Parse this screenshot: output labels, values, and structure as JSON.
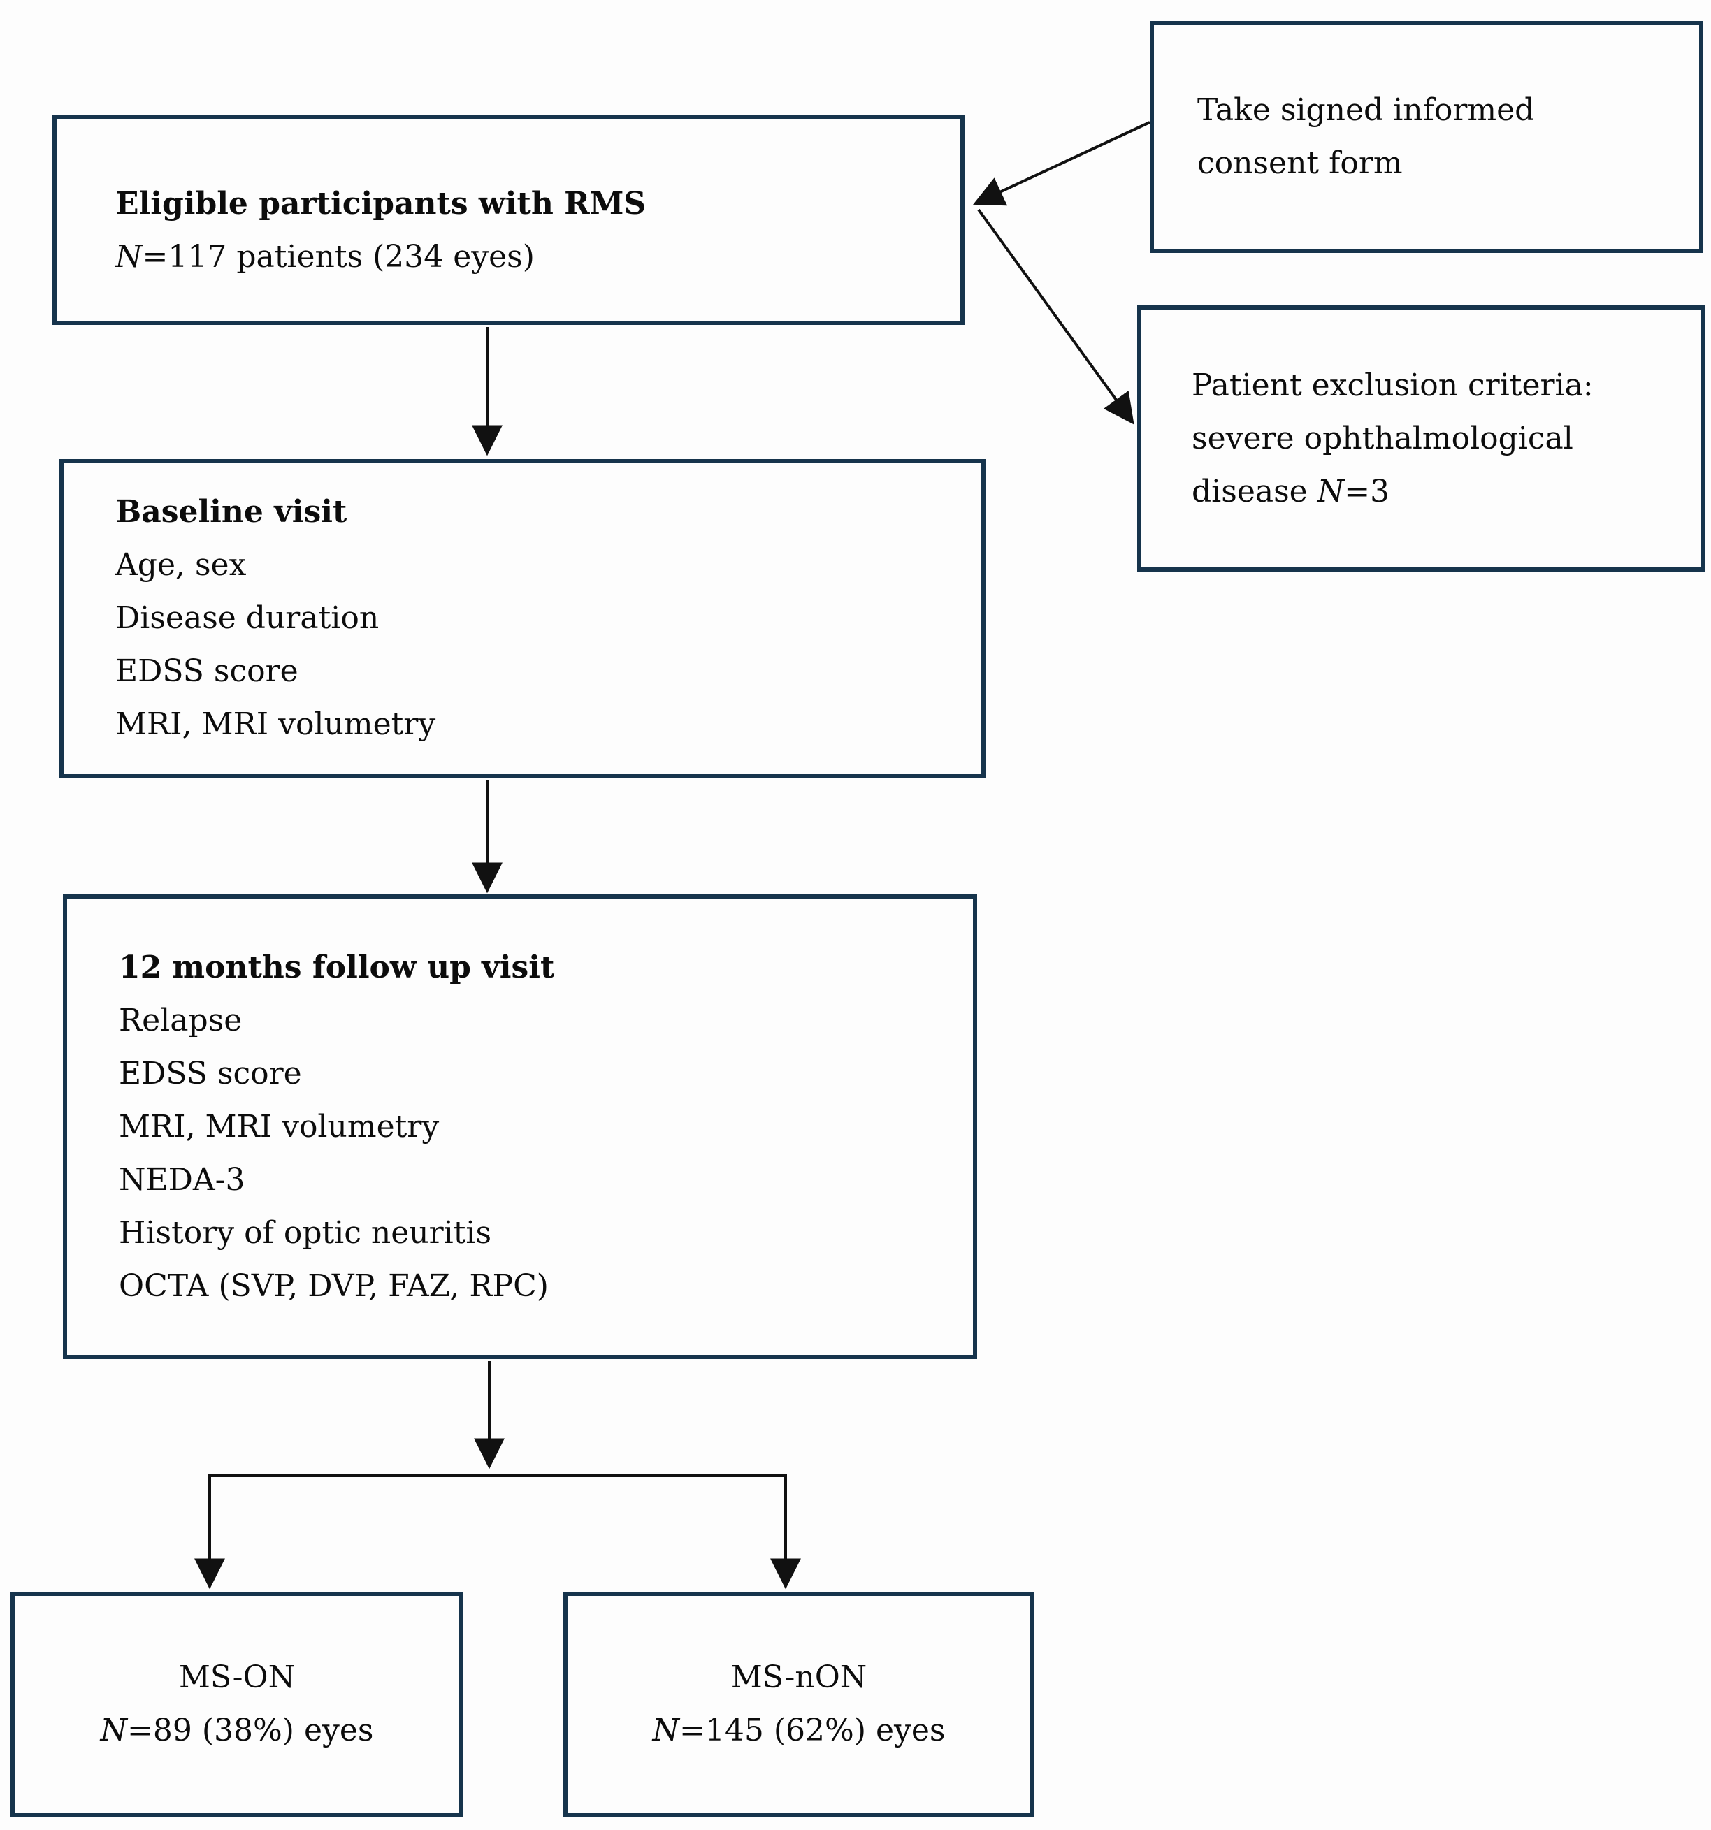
{
  "figure": {
    "type": "flowchart",
    "colors": {
      "box_border": "#16344c",
      "arrow": "#111111",
      "background": "#fdfdfd",
      "text": "#0c0c0c"
    },
    "boxes": {
      "eligible": {
        "title": "Eligible participants with RMS",
        "count_n": "N",
        "count_rest": "=117 patients (234 eyes)"
      },
      "consent": {
        "line1": "Take signed informed",
        "line2": "consent form"
      },
      "exclusion": {
        "line1": "Patient exclusion criteria:",
        "line2": "severe ophthalmological",
        "line3_prefix": "disease ",
        "count_n": "N",
        "count_rest": "=3"
      },
      "baseline": {
        "title": "Baseline visit",
        "items": [
          "Age, sex",
          "Disease duration",
          "EDSS score",
          "MRI, MRI volumetry"
        ]
      },
      "followup": {
        "title": "12 months follow up visit",
        "items": [
          "Relapse",
          "EDSS score",
          "MRI, MRI volumetry",
          "NEDA-3",
          "History of optic neuritis",
          "OCTA (SVP, DVP, FAZ, RPC)"
        ]
      },
      "mson": {
        "title": "MS-ON",
        "count_n": "N",
        "count_rest": "=89 (38%) eyes"
      },
      "msnon": {
        "title": "MS-nON",
        "count_n": "N",
        "count_rest": "=145 (62%) eyes"
      }
    }
  }
}
